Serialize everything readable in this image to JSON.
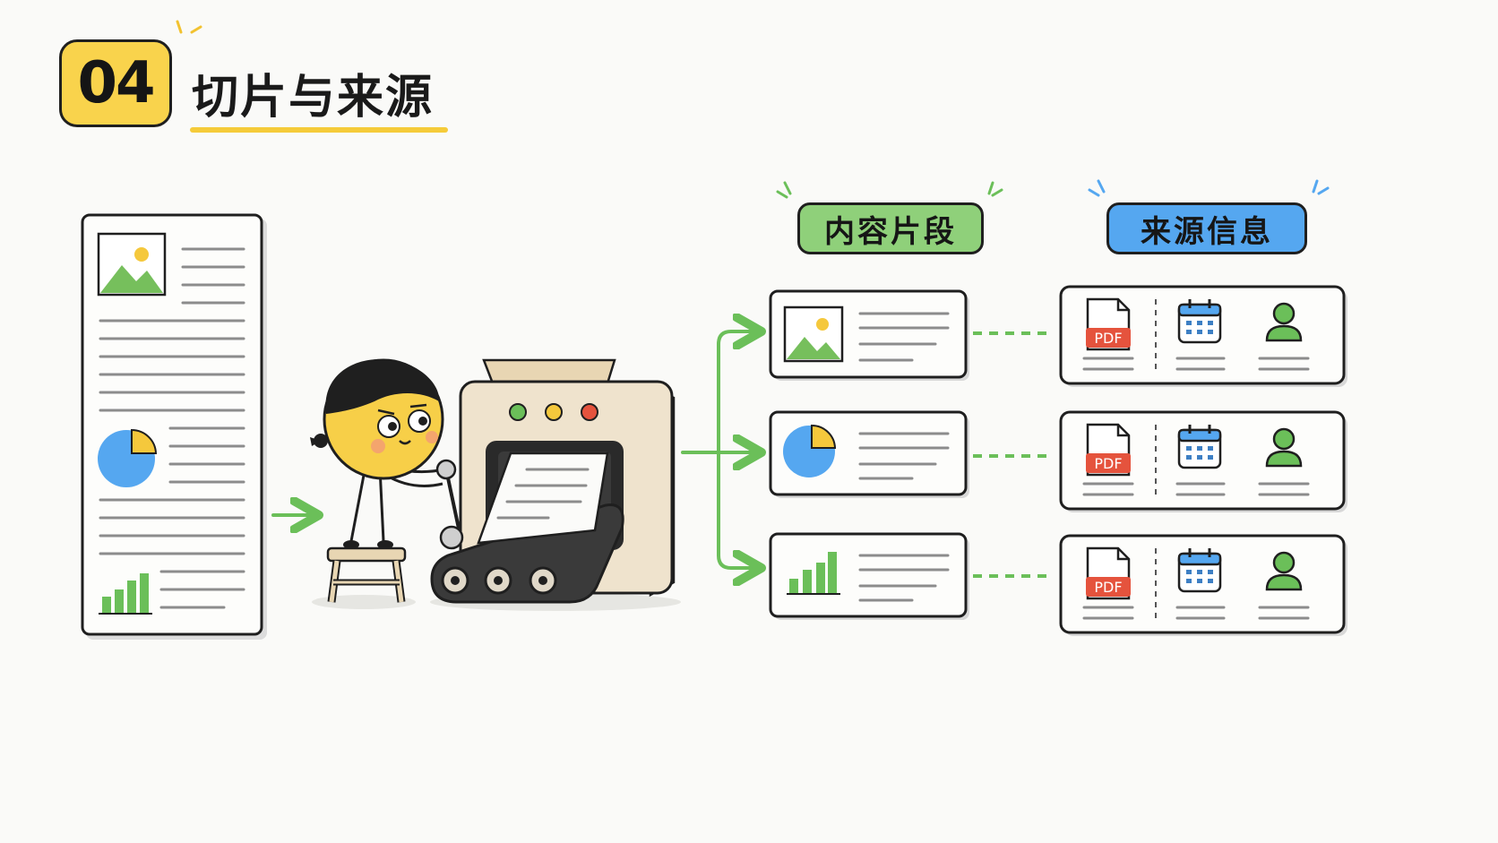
{
  "header": {
    "number": "04",
    "title": "切片与来源"
  },
  "labels": {
    "content_chunks": "内容片段",
    "source_info": "来源信息"
  },
  "source_card": {
    "file_type": "PDF",
    "icons": [
      "pdf-file-icon",
      "calendar-icon",
      "user-icon"
    ]
  },
  "chunk_icons": [
    "image-icon",
    "pie-chart-icon",
    "bar-chart-icon"
  ],
  "colors": {
    "badge_yellow": "#f9d34c",
    "green": "#6bbf59",
    "blue": "#55a7f0",
    "pdf_red": "#e5533d"
  }
}
